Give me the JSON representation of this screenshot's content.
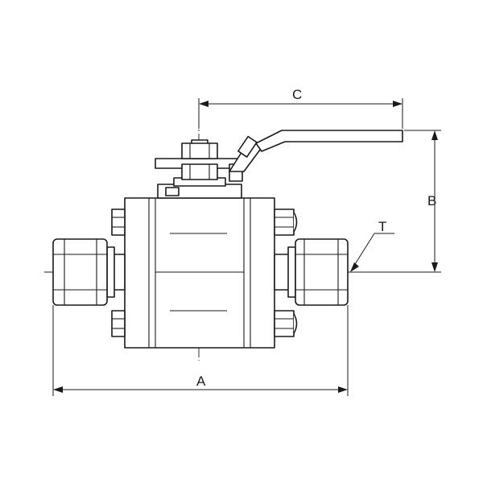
{
  "labels": {
    "a": "A",
    "b": "B",
    "c": "C",
    "t": "T"
  }
}
